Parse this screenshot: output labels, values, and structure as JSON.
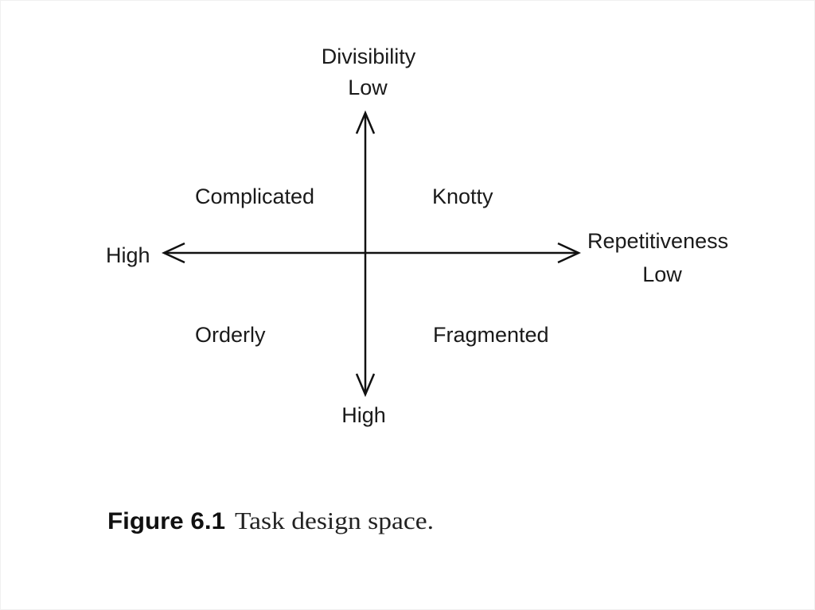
{
  "diagram": {
    "vertical_axis": {
      "name": "Divisibility",
      "top_label": "Low",
      "bottom_label": "High"
    },
    "horizontal_axis": {
      "name": "Repetitiveness",
      "right_label": "Low",
      "left_label": "High"
    },
    "quadrants": {
      "top_left": "Complicated",
      "top_right": "Knotty",
      "bottom_left": "Orderly",
      "bottom_right": "Fragmented"
    }
  },
  "caption": {
    "number": "Figure 6.1",
    "text": "Task design space."
  },
  "colors": {
    "axis": "#111111",
    "text": "#1a1a1a"
  }
}
